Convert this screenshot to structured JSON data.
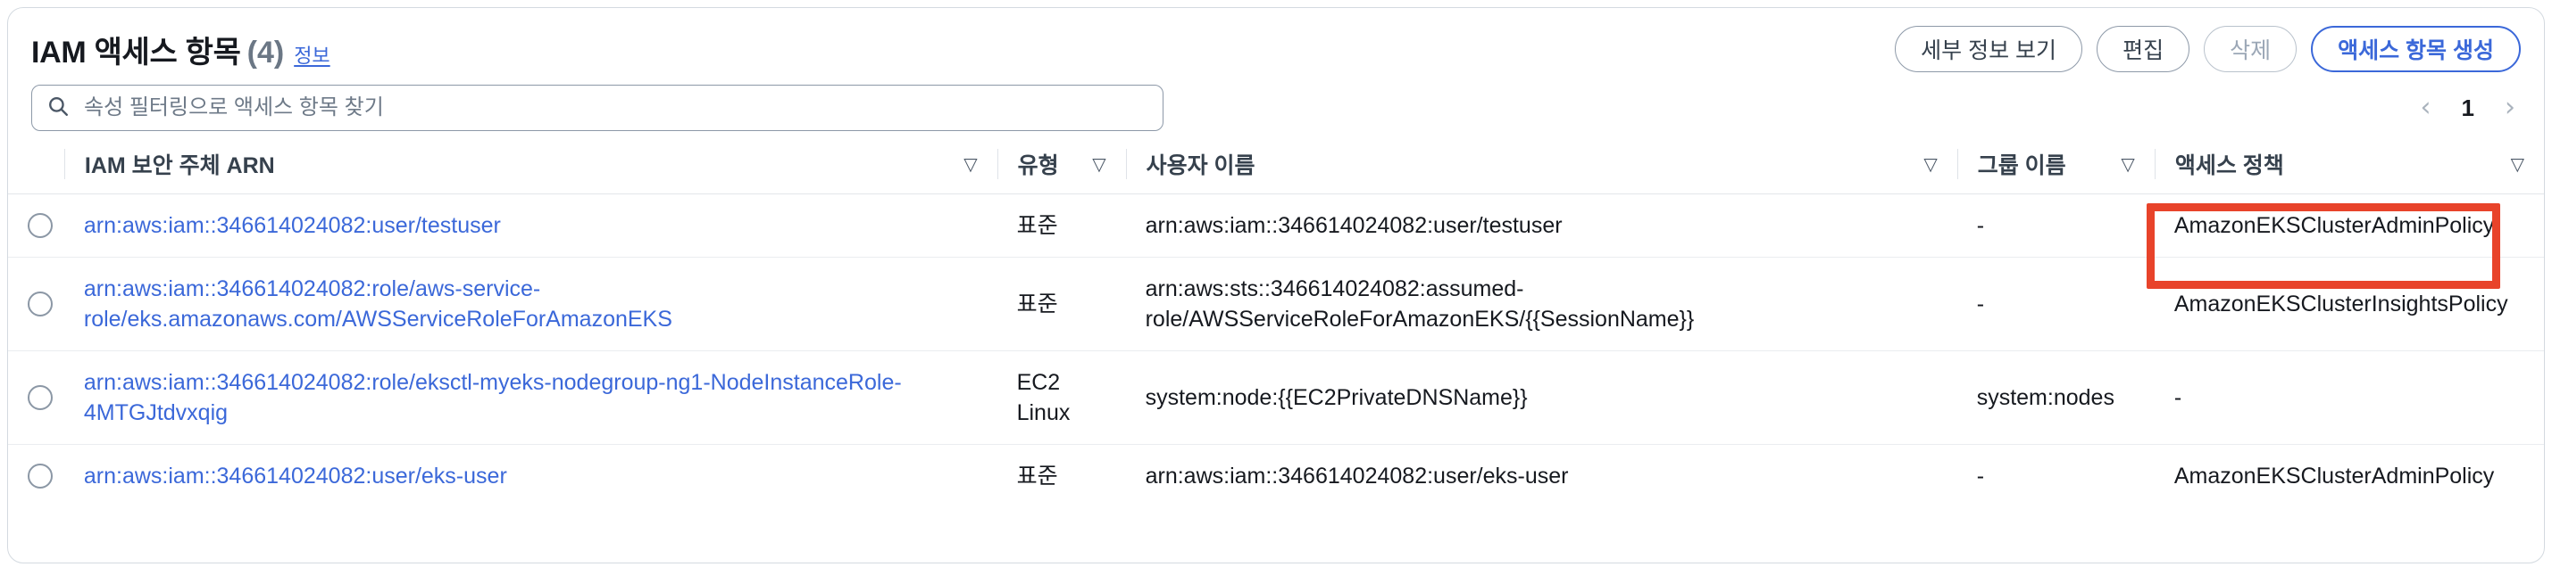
{
  "header": {
    "title": "IAM 액세스 항목",
    "count": "(4)",
    "info_link": "정보"
  },
  "actions": {
    "view_details": "세부 정보 보기",
    "edit": "편집",
    "delete": "삭제",
    "create": "액세스 항목 생성"
  },
  "search": {
    "placeholder": "속성 필터링으로 액세스 항목 찾기",
    "value": "",
    "icon": "search-icon"
  },
  "pagination": {
    "prev_icon": "‹",
    "page": "1",
    "next_icon": "›"
  },
  "table": {
    "sort_icon": "▽",
    "columns": [
      {
        "label": "IAM 보안 주체 ARN"
      },
      {
        "label": "유형"
      },
      {
        "label": "사용자 이름"
      },
      {
        "label": "그룹 이름"
      },
      {
        "label": "액세스 정책"
      }
    ],
    "rows": [
      {
        "arn": "arn:aws:iam::346614024082:user/testuser",
        "type": "표준",
        "username": "arn:aws:iam::346614024082:user/testuser",
        "group": "-",
        "policy": "AmazonEKSClusterAdminPolicy"
      },
      {
        "arn": "arn:aws:iam::346614024082:role/aws-service-role/eks.amazonaws.com/AWSServiceRoleForAmazonEKS",
        "type": "표준",
        "username": "arn:aws:sts::346614024082:assumed-role/AWSServiceRoleForAmazonEKS/{{SessionName}}",
        "group": "-",
        "policy": "AmazonEKSClusterInsightsPolicy"
      },
      {
        "arn": "arn:aws:iam::346614024082:role/eksctl-myeks-nodegroup-ng1-NodeInstanceRole-4MTGJtdvxqig",
        "type": "EC2\nLinux",
        "username": "system:node:{{EC2PrivateDNSName}}",
        "group": "system:nodes",
        "policy": "-"
      },
      {
        "arn": "arn:aws:iam::346614024082:user/eks-user",
        "type": "표준",
        "username": "arn:aws:iam::346614024082:user/eks-user",
        "group": "-",
        "policy": "AmazonEKSClusterAdminPolicy"
      }
    ]
  },
  "annotation": {
    "highlight_color": "#e8432a"
  },
  "colors": {
    "link": "#3b68d9",
    "text": "#16191f",
    "muted": "#6b7785"
  }
}
